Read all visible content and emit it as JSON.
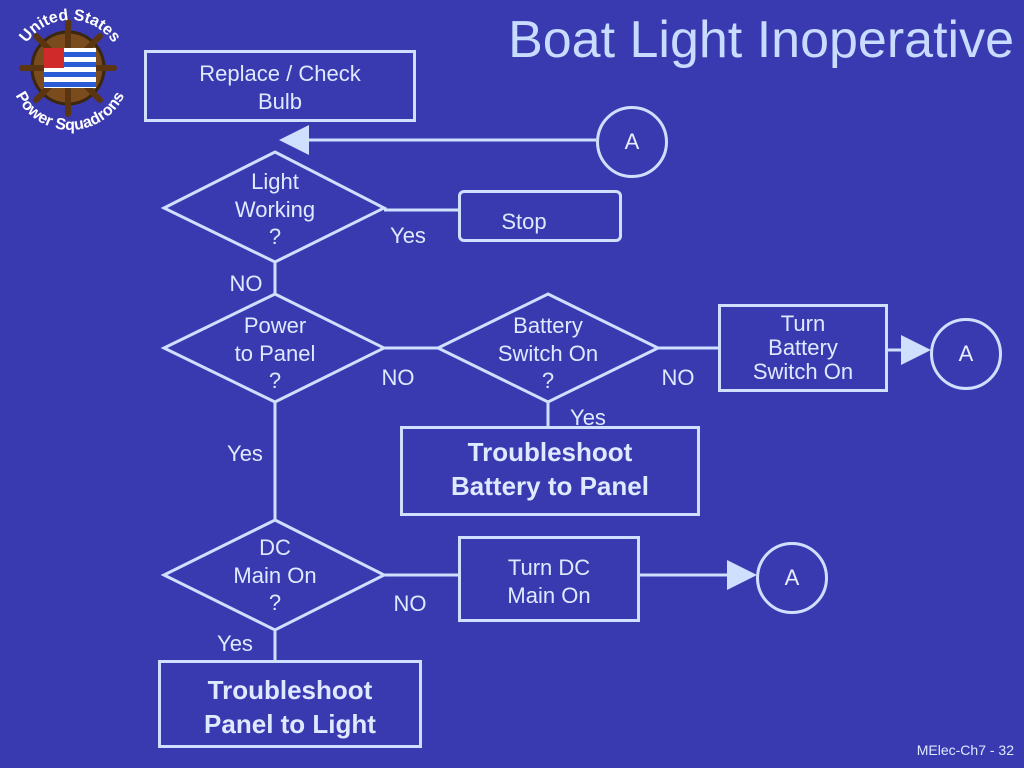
{
  "title": "Boat Light Inoperative",
  "footer": "MElec-Ch7 - 32",
  "logo": {
    "text_top": "United States",
    "text_bottom": "Power Squadrons",
    "icon": "ship-wheel-flag-icon"
  },
  "colors": {
    "background": "#3a3ab0",
    "stroke": "#cfe0ff",
    "text": "#dfe9ff",
    "title": "#c8dcff"
  },
  "nodes": {
    "replace_bulb": "Replace / Check\nBulb",
    "light_working": "Light\nWorking\n?",
    "stop": "Stop",
    "power_to_panel": "Power\nto Panel\n?",
    "battery_switch_on": "Battery\nSwitch On\n?",
    "turn_battery_switch_on": "Turn\nBattery\nSwitch On",
    "troubleshoot_battery_to_panel": "Troubleshoot\nBattery to Panel",
    "dc_main_on": "DC\nMain On\n?",
    "turn_dc_main_on": "Turn DC\nMain On",
    "troubleshoot_panel_to_light": "Troubleshoot\nPanel to Light",
    "connector_a": "A"
  },
  "edge_labels": {
    "yes_stop": "Yes",
    "no_light": "NO",
    "no_power": "NO",
    "no_battery": "NO",
    "yes_battery": "Yes",
    "yes_power": "Yes",
    "no_dc": "NO",
    "yes_dc": "Yes"
  }
}
